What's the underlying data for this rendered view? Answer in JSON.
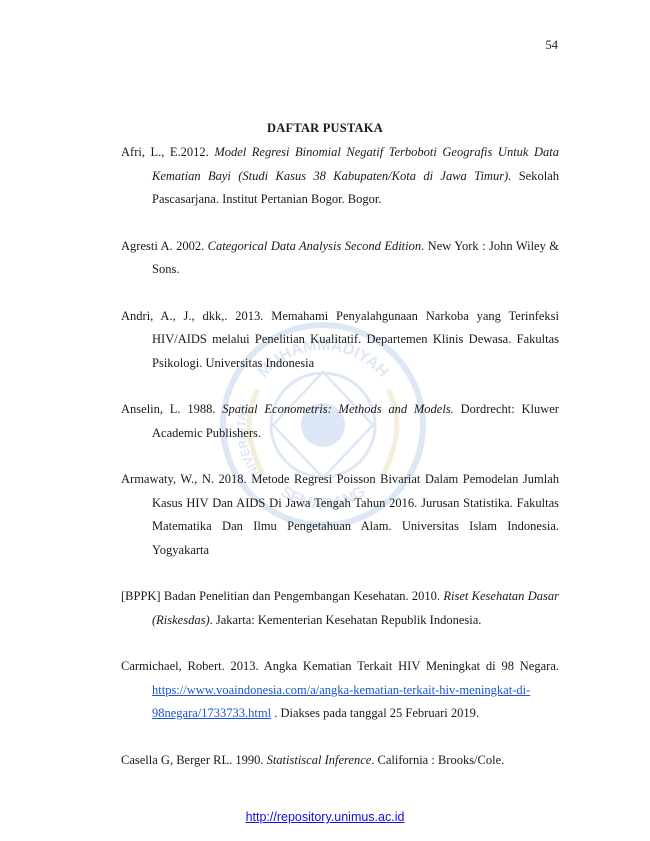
{
  "page_number": "54",
  "heading": "DAFTAR PUSTAKA",
  "references": [
    {
      "pre": "Afri, L., E.2012. ",
      "title": "Model Regresi Binomial Negatif Terboboti Geografis Untuk Data Kematian Bayi (Studi Kasus 38 Kabupaten/Kota di Jawa Timur).",
      "post": " Sekolah Pascasarjana. Institut Pertanian Bogor. Bogor."
    },
    {
      "pre": "Agresti A. 2002. ",
      "title": "Categorical Data Analysis Second Edition",
      "post": ". New York : John Wiley & Sons."
    },
    {
      "pre": "Andri, A., J., dkk,. 2013. Memahami Penyalahgunaan Narkoba yang Terinfeksi HIV/AIDS melalui Penelitian Kualitatif. Departemen Klinis Dewasa. Fakultas Psikologi. Universitas Indonesia",
      "title": "",
      "post": ""
    },
    {
      "pre": "Anselin, L. 1988. ",
      "title": "Spatial Econometris: Methods and Models.",
      "post": " Dordrecht: Kluwer Academic Publishers."
    },
    {
      "pre": "Armawaty, W., N. 2018. Metode Regresi Poisson Bivariat Dalam Pemodelan Jumlah Kasus HIV Dan AIDS Di Jawa Tengah Tahun 2016. Jurusan Statistika. Fakultas Matematika Dan Ilmu Pengetahuan Alam. Universitas Islam Indonesia. Yogyakarta",
      "title": "",
      "post": ""
    },
    {
      "pre": "[BPPK] Badan Penelitian dan Pengembangan Kesehatan. 2010. ",
      "title": "Riset Kesehatan Dasar (Riskesdas)",
      "post": ". Jakarta: Kementerian Kesehatan Republik Indonesia."
    },
    {
      "pre": "Carmichael, Robert. 2013. Angka Kematian Terkait HIV Meningkat di 98 Negara. ",
      "link": "https://www.voaindonesia.com/a/angka-kematian-terkait-hiv-meningkat-di-98negara/1733733.html",
      "post": " . Diakses pada tanggal 25 Februari 2019."
    },
    {
      "pre": "Casella G, Berger RL. 1990. ",
      "title": "Statistiscal Inference",
      "post": ". California : Brooks/Cole."
    }
  ],
  "footer": {
    "url": "http://repository.unimus.ac.id"
  },
  "watermark": {
    "top_text": "MUHAMMADIYAH",
    "left_text": "UNIVERSITAS",
    "bottom_text": "SEMARANG",
    "color": "#3a6fc4"
  }
}
